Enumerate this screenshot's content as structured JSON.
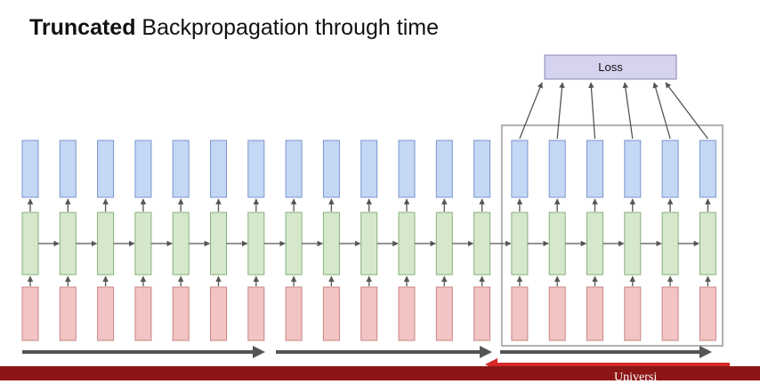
{
  "title": {
    "bold": "Truncated",
    "rest": " Backpropagation through time"
  },
  "loss_label": "Loss",
  "watermark": {
    "university": "Universi"
  },
  "diagram": {
    "timesteps": 19,
    "truncation_chunks": 3,
    "loss_connected_from_index": 13
  },
  "colors": {
    "output_fill": "#c4d7f5",
    "output_stroke": "#7a96cc",
    "hidden_fill": "#d5e8cc",
    "hidden_stroke": "#88b07a",
    "input_fill": "#f2c4c4",
    "input_stroke": "#c98484",
    "loss_fill": "#d6d3ee",
    "loss_stroke": "#8784b8",
    "arrow": "#555555",
    "forward_arrow": "#555555",
    "backward_arrow": "#d62828",
    "chunk_box": "#b0b0b0",
    "bottom_bar": "#8c1515"
  }
}
